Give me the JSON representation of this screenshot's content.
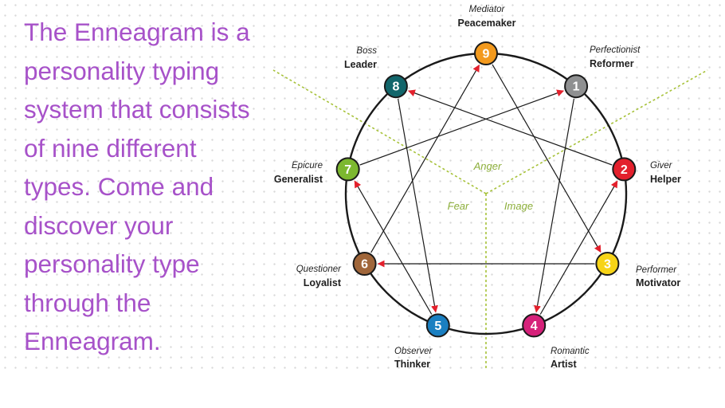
{
  "intro": {
    "lines": [
      "The Enneagram is a",
      "personality typing",
      "system that consists",
      "of nine different",
      "types. Come and",
      "discover your",
      "personality type",
      "through the",
      "Enneagram."
    ]
  },
  "centers": {
    "anger": "Anger",
    "fear": "Fear",
    "image": "Image"
  },
  "types": [
    {
      "number": "1",
      "alias": "Perfectionist",
      "name": "Reformer",
      "color": "#8f9091"
    },
    {
      "number": "2",
      "alias": "Giver",
      "name": "Helper",
      "color": "#e3202c"
    },
    {
      "number": "3",
      "alias": "Performer",
      "name": "Motivator",
      "color": "#f7d417"
    },
    {
      "number": "4",
      "alias": "Romantic",
      "name": "Artist",
      "color": "#d6217a"
    },
    {
      "number": "5",
      "alias": "Observer",
      "name": "Thinker",
      "color": "#1a7fc1"
    },
    {
      "number": "6",
      "alias": "Questioner",
      "name": "Loyalist",
      "color": "#a0663a"
    },
    {
      "number": "7",
      "alias": "Epicure",
      "name": "Generalist",
      "color": "#7cb82f"
    },
    {
      "number": "8",
      "alias": "Boss",
      "name": "Leader",
      "color": "#12666b"
    },
    {
      "number": "9",
      "alias": "Mediator",
      "name": "Peacemaker",
      "color": "#f39a1e"
    }
  ],
  "colors": {
    "intro_text": "#a752c9",
    "divider_lines": "#a7c23a",
    "center_labels": "#8cae3a",
    "arrow_head": "#e3202c",
    "circle": "#1a1a1a"
  }
}
